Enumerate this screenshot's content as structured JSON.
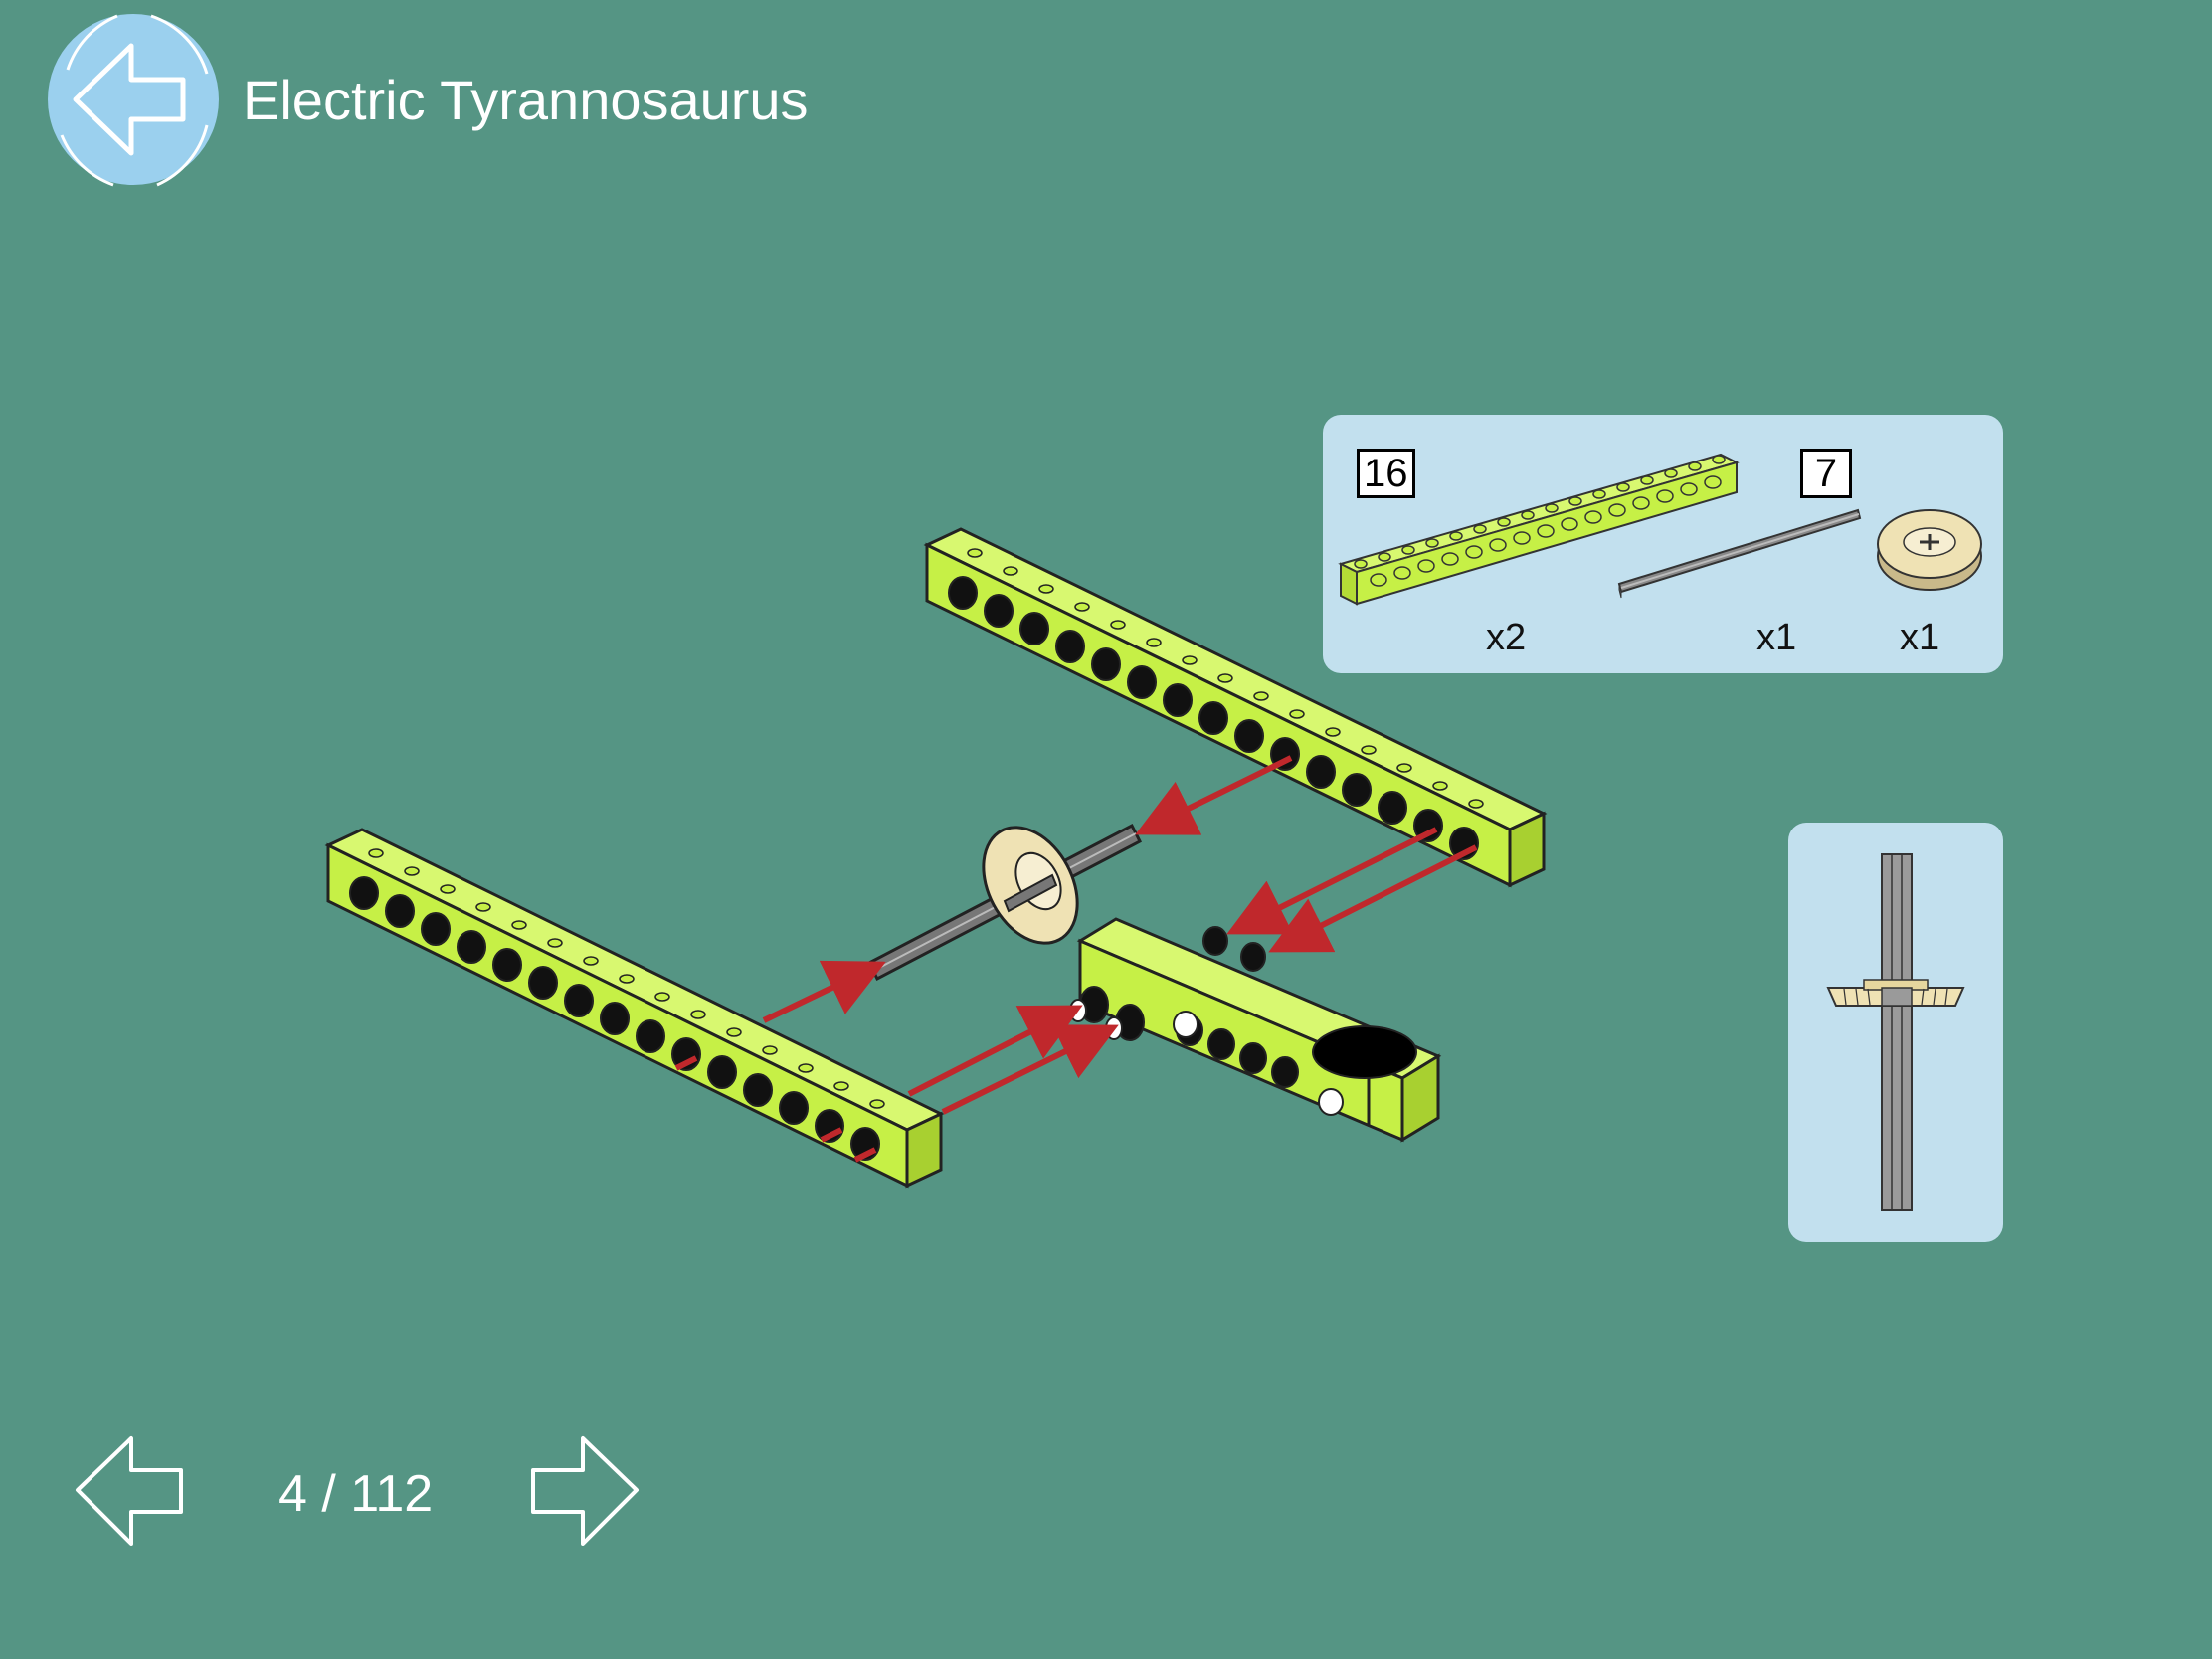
{
  "header": {
    "title": "Electric Tyrannosaurus",
    "back_icon": "arrow-left-icon"
  },
  "parts_panel": {
    "parts": [
      {
        "name": "beam",
        "length_label": "16",
        "quantity_label": "x2",
        "color": "#c6f046"
      },
      {
        "name": "axle",
        "length_label": "7",
        "quantity_label": "x1",
        "color": "#6a6a6a"
      },
      {
        "name": "gear",
        "length_label": "",
        "quantity_label": "x1",
        "color": "#efe2b4"
      }
    ]
  },
  "colors": {
    "background": "#559584",
    "panel": "#c2e0ee",
    "beam": "#c6f046",
    "arrow": "#c0282c",
    "back_button": "#9bd0ee"
  },
  "navigation": {
    "current_page": "4",
    "separator": "/",
    "total_pages": "112",
    "counter_text": "4 / 112",
    "prev_icon": "arrow-left-outline-icon",
    "next_icon": "arrow-right-outline-icon"
  }
}
